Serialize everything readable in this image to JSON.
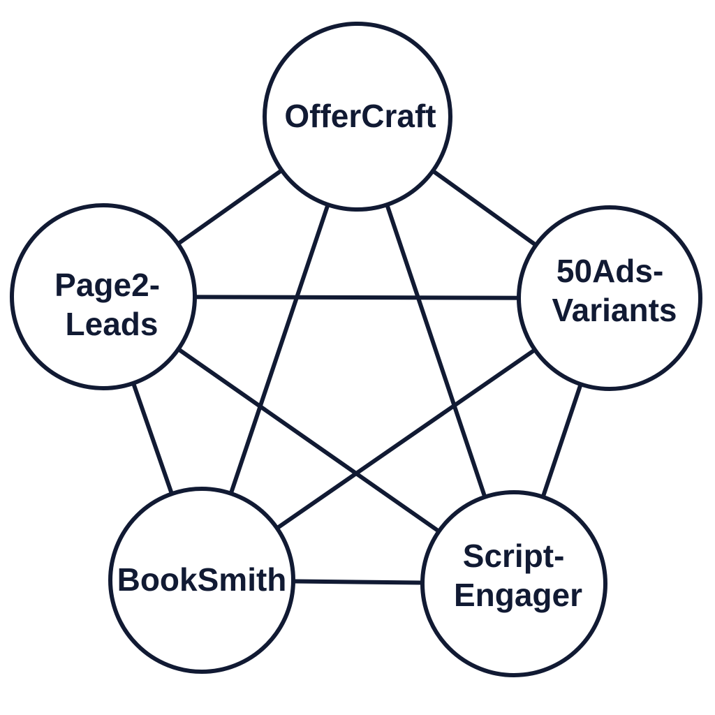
{
  "colors": {
    "stroke": "#111a33",
    "fill": "#ffffff",
    "text": "#111a33"
  },
  "nodes": [
    {
      "id": "offercraft",
      "lines": [
        "OfferCraft"
      ]
    },
    {
      "id": "page2leads",
      "lines": [
        "Page2-",
        "Leads"
      ]
    },
    {
      "id": "50ads",
      "lines": [
        "50Ads-",
        "Variants"
      ]
    },
    {
      "id": "booksmith",
      "lines": [
        "BookSmith"
      ]
    },
    {
      "id": "scriptengager",
      "lines": [
        "Script-",
        "Engager"
      ]
    }
  ],
  "edges": [
    [
      "offercraft",
      "page2leads"
    ],
    [
      "offercraft",
      "50ads"
    ],
    [
      "offercraft",
      "booksmith"
    ],
    [
      "offercraft",
      "scriptengager"
    ],
    [
      "page2leads",
      "50ads"
    ],
    [
      "page2leads",
      "booksmith"
    ],
    [
      "page2leads",
      "scriptengager"
    ],
    [
      "50ads",
      "booksmith"
    ],
    [
      "50ads",
      "scriptengager"
    ],
    [
      "booksmith",
      "scriptengager"
    ]
  ]
}
